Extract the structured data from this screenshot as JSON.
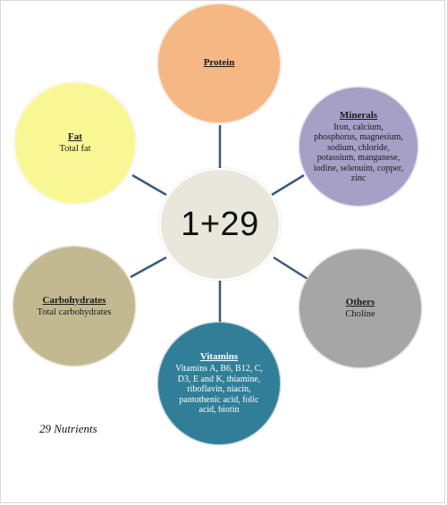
{
  "center": {
    "label": "1+29",
    "color": "#e9e7db"
  },
  "nodes": [
    {
      "id": "protein",
      "title": "Protein",
      "desc": "",
      "color": "#f5b783"
    },
    {
      "id": "minerals",
      "title": "Minerals",
      "desc": "Iron, calcium, phosphorus, magnesium, sodium, chloride, potassium, manganese, iodine, selenuim, copper, zinc",
      "color": "#a6a0c7"
    },
    {
      "id": "others",
      "title": "Others",
      "desc": "Choline",
      "color": "#a6a6a6"
    },
    {
      "id": "vitamins",
      "title": "Vitamins",
      "desc": "Vitamins A, B6, B12, C, D3, E and K, thiamine, riboflavin, niacin, pantothenic acid, folic acid, biotin",
      "color": "#317e98"
    },
    {
      "id": "carbohydrates",
      "title": "Carbohydrates",
      "desc": "Total carbohydrates",
      "color": "#c3b990"
    },
    {
      "id": "fat",
      "title": "Fat",
      "desc": "Total fat",
      "color": "#f9f794"
    }
  ],
  "caption": "29 Nutrients",
  "connector_color": "#3b5a7a"
}
